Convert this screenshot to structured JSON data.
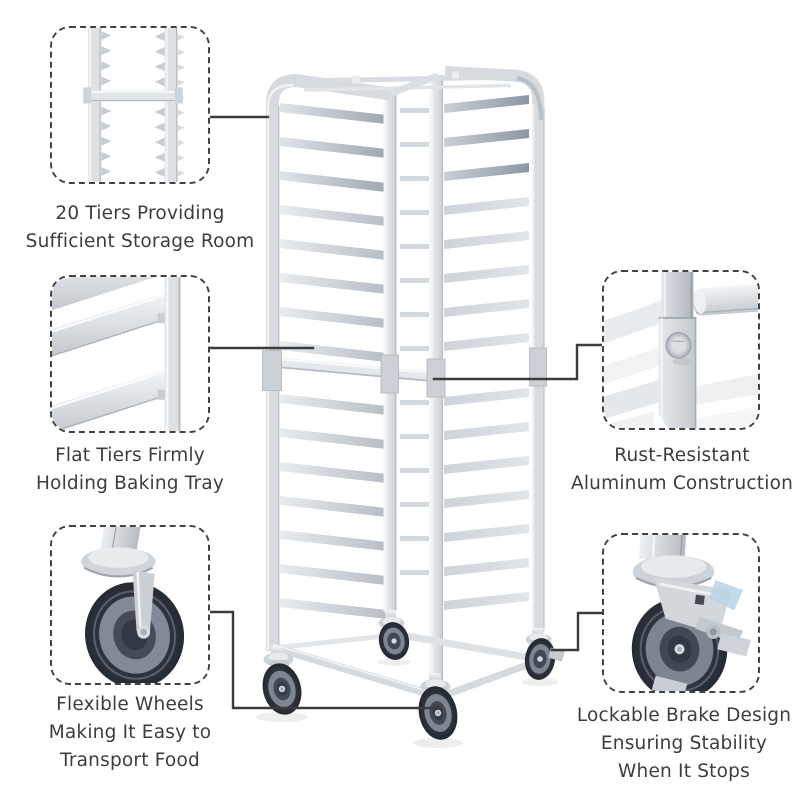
{
  "callouts": [
    {
      "name": "tiers",
      "graphic": "tier-rails-closeup",
      "caption_lines": [
        "20 Tiers Providing",
        "Sufficient Storage Room"
      ]
    },
    {
      "name": "flat-tiers",
      "graphic": "flat-tier-closeup",
      "caption_lines": [
        "Flat Tiers Firmly",
        "Holding Baking Tray"
      ]
    },
    {
      "name": "swivel-wheel",
      "graphic": "swivel-caster-closeup",
      "caption_lines": [
        "Flexible Wheels",
        "Making It Easy to",
        "Transport Food"
      ]
    },
    {
      "name": "aluminum-frame",
      "graphic": "frame-corner-bolt-closeup",
      "caption_lines": [
        "Rust-Resistant",
        "Aluminum Construction"
      ]
    },
    {
      "name": "brake-wheel",
      "graphic": "brake-caster-closeup",
      "caption_lines": [
        "Lockable Brake Design",
        "Ensuring Stability",
        "When It Stops"
      ]
    }
  ],
  "colors": {
    "background": "#ffffff",
    "caption_text": "#3d3d3d",
    "callout_border": "#424242",
    "connector_line": "#3b3b3b",
    "aluminum_light": "#eef1f3",
    "aluminum_mid": "#d7dbdf",
    "aluminum_dark": "#b6bdc4",
    "steel_blue_tint": "#8b97a4",
    "wheel_tire": "#2c313b",
    "wheel_sidewall": "#7e8791",
    "wheel_hub": "#424955",
    "caster_silver": "#ccd2d7",
    "brake_blue_reflection": "#bad3e6"
  }
}
